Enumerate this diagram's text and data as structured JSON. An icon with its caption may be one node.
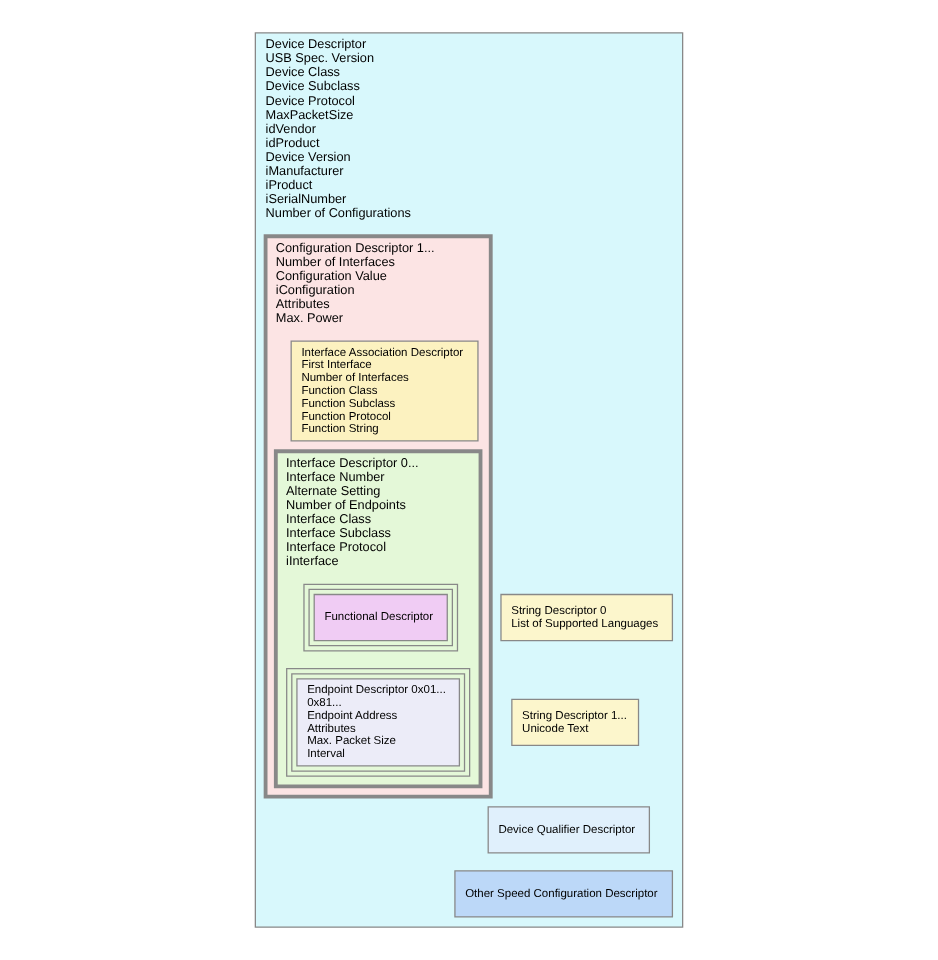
{
  "diagram": {
    "nodes": [
      {
        "text": [
          "Device Descriptor",
          "USB Spec. Version",
          "Device Class",
          "Device Subclass",
          "Device Protocol",
          "MaxPacketSize",
          "idVendor",
          "idProduct",
          "Device Version",
          "iManufacturer",
          "iProduct",
          "iSerialNumber",
          "Number of Configurations"
        ]
      },
      {
        "text": [
          "Configuration Descriptor 1...",
          "Number of Interfaces",
          "Configuration Value",
          "iConfiguration",
          "Attributes",
          "Max. Power"
        ],
        "in": 0
      },
      {
        "text": [
          "Interface Association Descriptor",
          "First Interface",
          "Number of Interfaces",
          "Function Class",
          "Function Subclass",
          "Function Protocol",
          "Function String"
        ],
        "in": 1
      },
      {
        "text": [
          "Interface Descriptor 0...",
          "Interface Number",
          "Alternate Setting",
          "Number of Endpoints",
          "Interface Class",
          "Interface Subclass",
          "Interface Protocol",
          "iInterface"
        ],
        "in": 1
      },
      {
        "text": [
          "Functional Descriptor"
        ],
        "in": 3
      },
      {
        "text": [
          "Endpoint Descriptor 0x01...",
          "0x81...",
          "Endpoint Address",
          "Attributes",
          "Max. Packet Size",
          "Interval"
        ],
        "in": 3
      },
      {
        "text": [
          "String Descriptor 0",
          "List of Supported Languages"
        ],
        "in": 0
      },
      {
        "text": [
          "String Descriptor 1...",
          "Unicode Text"
        ],
        "in": 0
      },
      {
        "text": [
          "Device Qualifier Descriptor"
        ],
        "in": 0
      },
      {
        "text": [
          "Other Speed Configuration Descriptor"
        ],
        "in": 0
      }
    ],
    "edges": []
  }
}
